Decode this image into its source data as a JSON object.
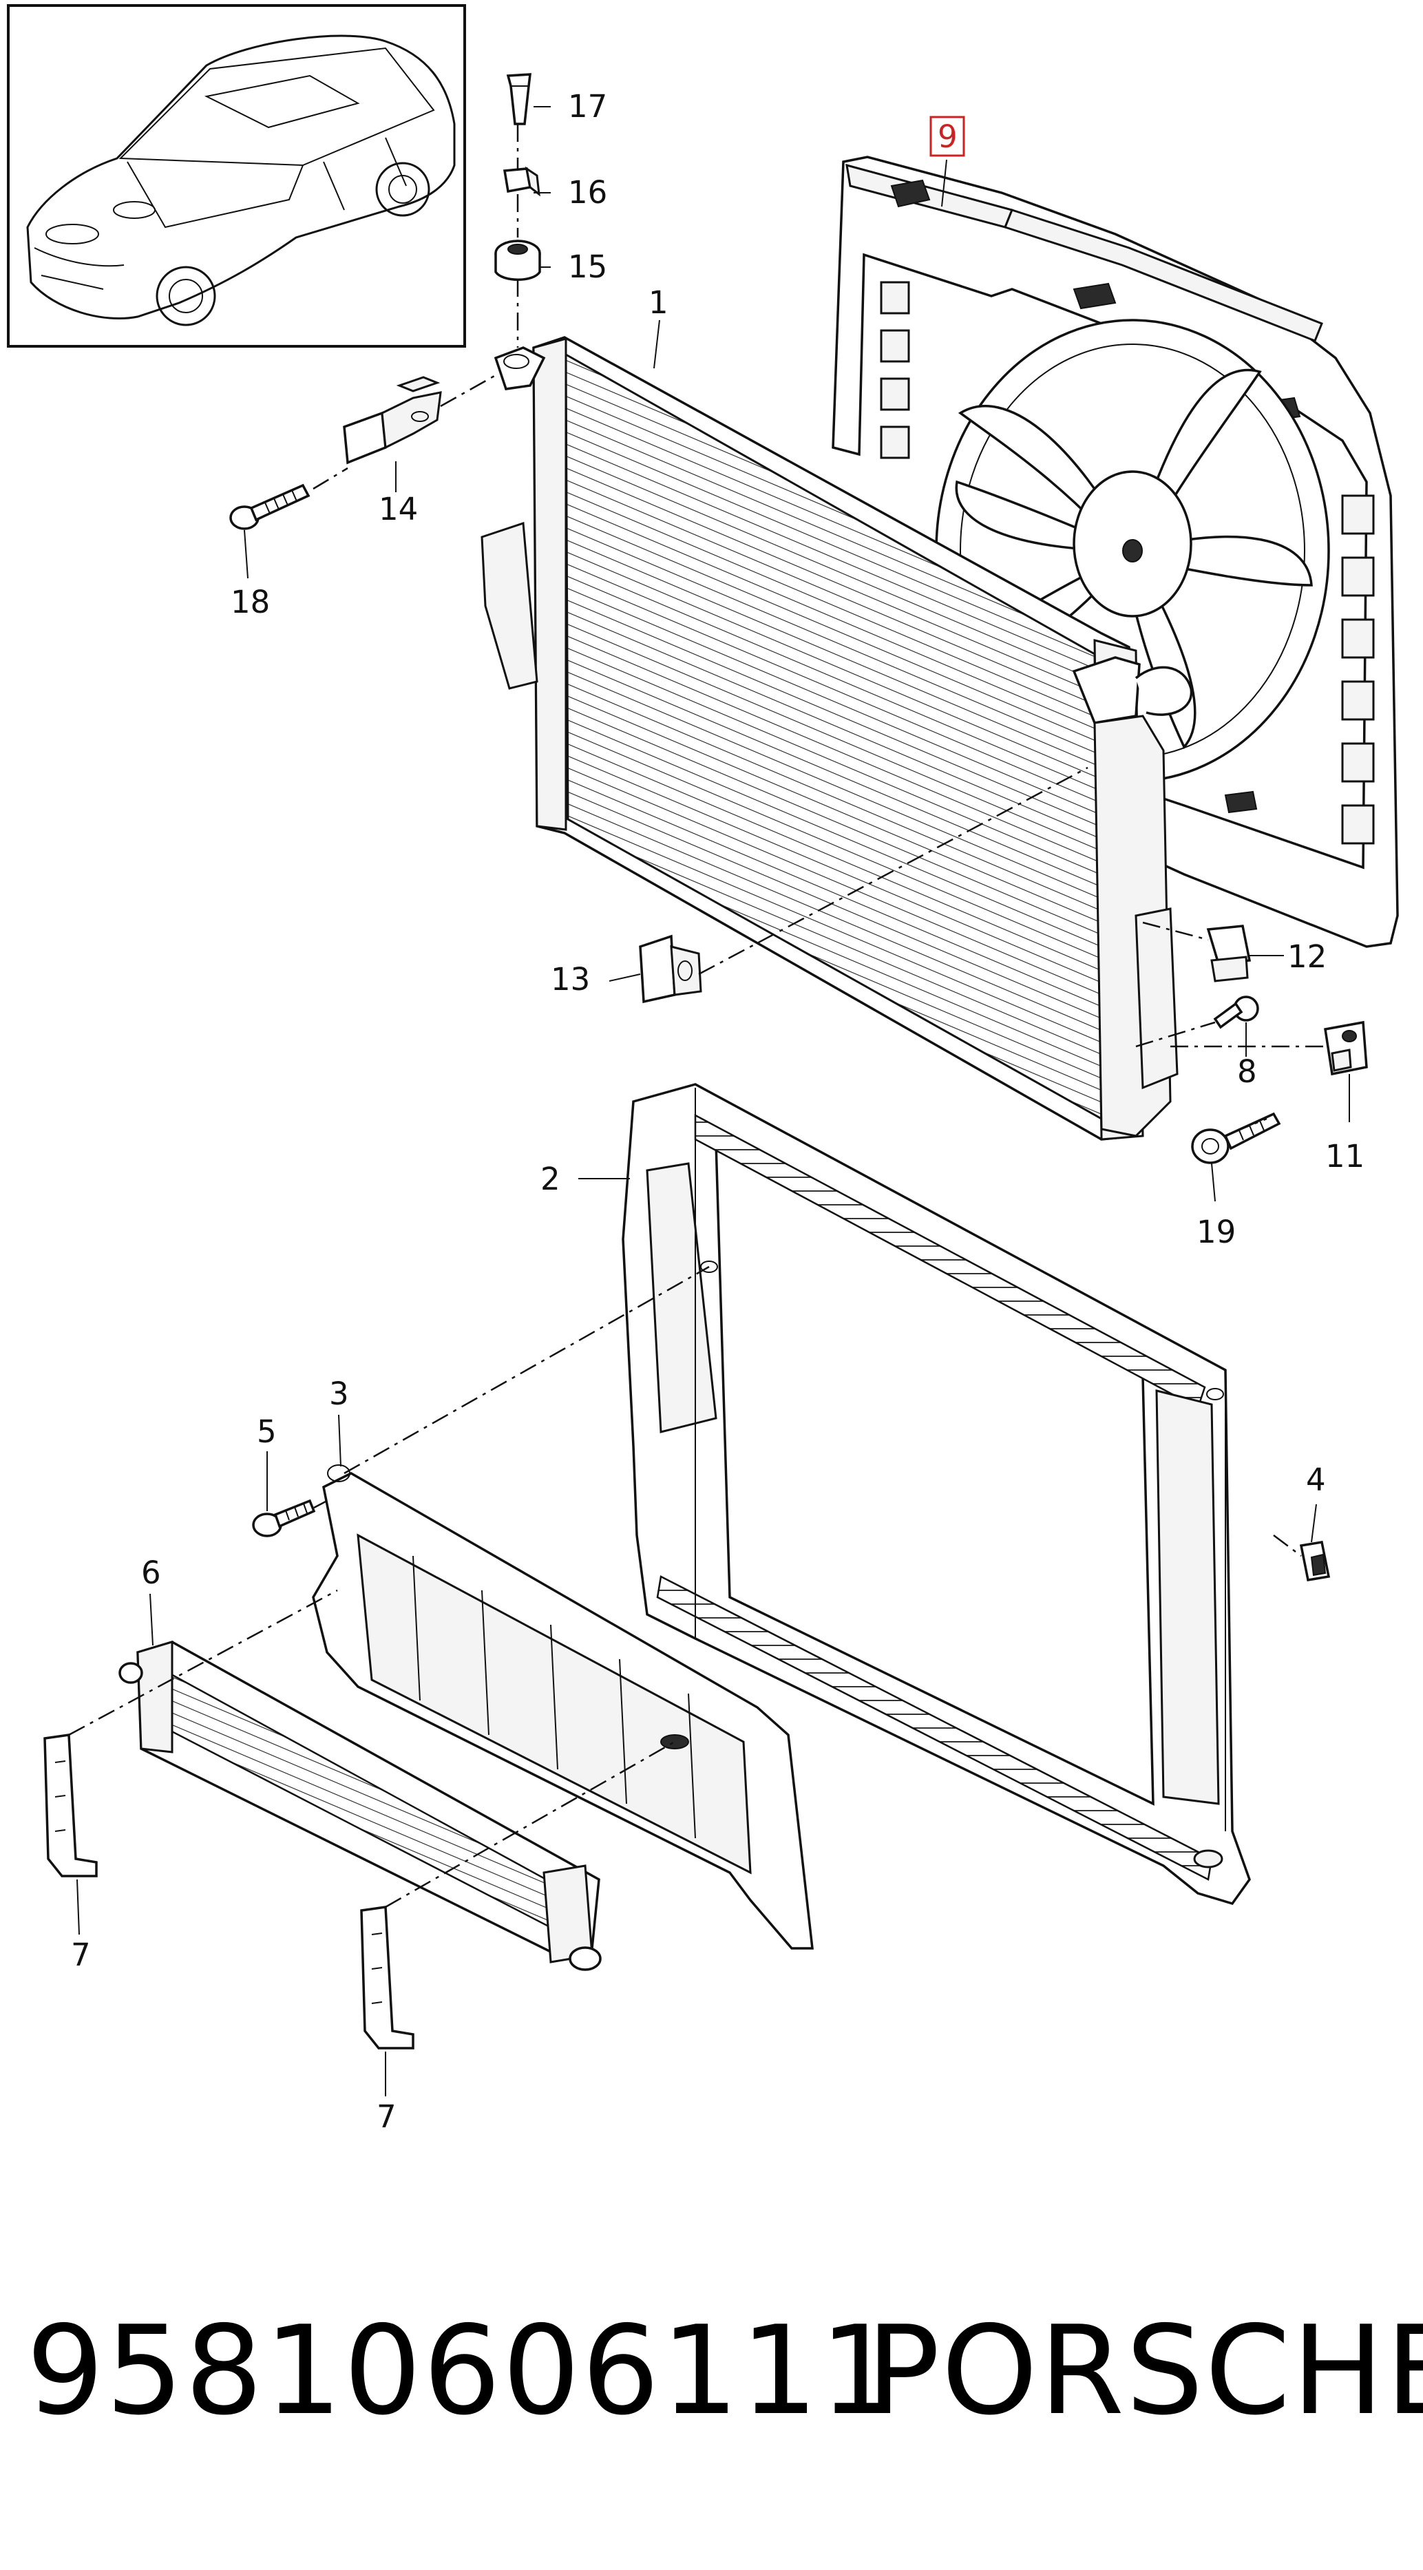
{
  "diagram": {
    "parts": {
      "p1": "1",
      "p2": "2",
      "p3": "3",
      "p4": "4",
      "p5": "5",
      "p6": "6",
      "p7a": "7",
      "p7b": "7",
      "p8": "8",
      "p9": "9",
      "p11": "11",
      "p12": "12",
      "p13": "13",
      "p14": "14",
      "p15": "15",
      "p16": "16",
      "p17": "17",
      "p18": "18",
      "p19": "19"
    },
    "highlight_color": "#cc2222"
  },
  "caption": {
    "part_number": "95810606111",
    "brand": "PORSCHE"
  }
}
